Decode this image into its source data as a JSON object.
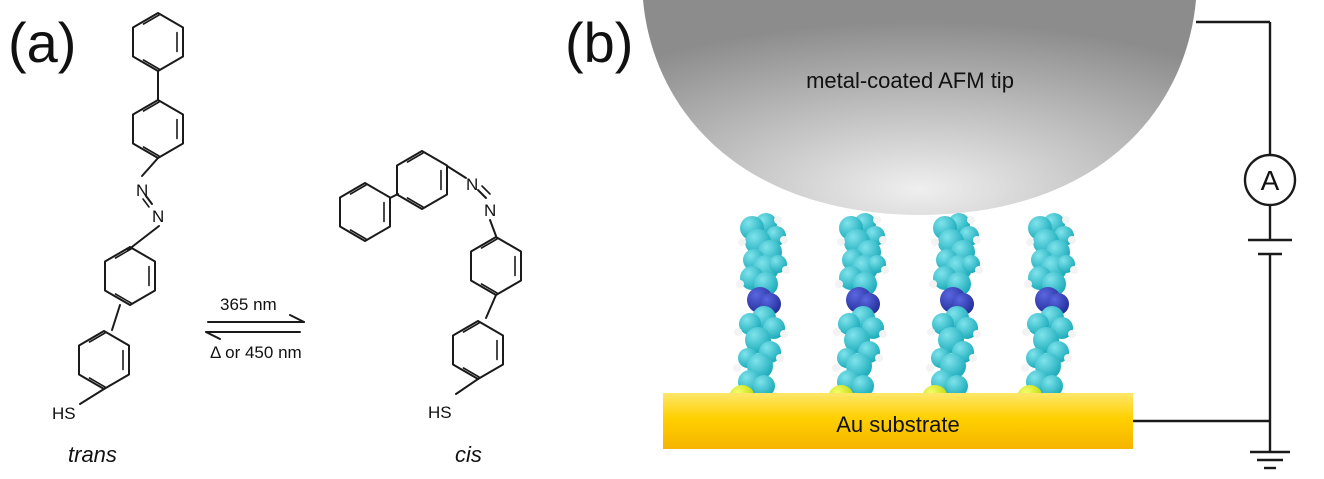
{
  "panel_a": {
    "label": "(a)",
    "trans": {
      "caption": "trans",
      "thiol": "HS",
      "azo_n1": "N",
      "azo_n2": "N"
    },
    "cis": {
      "caption": "cis",
      "thiol": "HS",
      "azo_n1": "N",
      "azo_n2": "N"
    },
    "forward_condition": "365 nm",
    "reverse_condition": "Δ or 450 nm"
  },
  "panel_b": {
    "label": "(b)",
    "tip_label": "metal-coated AFM tip",
    "substrate_label": "Au substrate",
    "ammeter_symbol": "A",
    "molecule_count": 4
  },
  "colors": {
    "tip_light": "#e9e9e9",
    "tip_dark": "#8e8e8e",
    "substrate": "#ffd400",
    "phenyl": "#2bb6c4",
    "azo_nitrogen": "#2f3db0",
    "sulfur": "#d4ee10",
    "hydrogen": "#f2f2f2"
  }
}
